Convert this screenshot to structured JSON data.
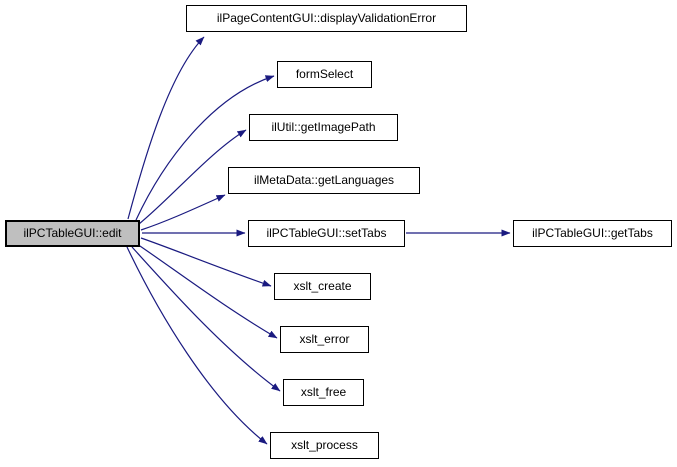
{
  "diagram": {
    "kind": "doxygen-call-graph",
    "colors": {
      "edge": "#1a1a80",
      "node_fill": "#ffffff",
      "root_node_fill": "#bfbfbf",
      "node_border": "#000000",
      "text": "#000000",
      "background": "#ffffff"
    },
    "nodes": [
      {
        "id": "edit",
        "label": "ilPCTableGUI::edit",
        "role": "root"
      },
      {
        "id": "displayValidationError",
        "label": "ilPageContentGUI::displayValidationError",
        "role": "callee"
      },
      {
        "id": "formSelect",
        "label": "formSelect",
        "role": "callee"
      },
      {
        "id": "getImagePath",
        "label": "ilUtil::getImagePath",
        "role": "callee"
      },
      {
        "id": "getLanguages",
        "label": "ilMetaData::getLanguages",
        "role": "callee"
      },
      {
        "id": "setTabs",
        "label": "ilPCTableGUI::setTabs",
        "role": "callee"
      },
      {
        "id": "getTabs",
        "label": "ilPCTableGUI::getTabs",
        "role": "callee"
      },
      {
        "id": "xslt_create",
        "label": "xslt_create",
        "role": "callee"
      },
      {
        "id": "xslt_error",
        "label": "xslt_error",
        "role": "callee"
      },
      {
        "id": "xslt_free",
        "label": "xslt_free",
        "role": "callee"
      },
      {
        "id": "xslt_process",
        "label": "xslt_process",
        "role": "callee"
      }
    ],
    "edges": [
      {
        "from": "ilPCTableGUI::edit",
        "to": "ilPageContentGUI::displayValidationError"
      },
      {
        "from": "ilPCTableGUI::edit",
        "to": "formSelect"
      },
      {
        "from": "ilPCTableGUI::edit",
        "to": "ilUtil::getImagePath"
      },
      {
        "from": "ilPCTableGUI::edit",
        "to": "ilMetaData::getLanguages"
      },
      {
        "from": "ilPCTableGUI::edit",
        "to": "ilPCTableGUI::setTabs"
      },
      {
        "from": "ilPCTableGUI::edit",
        "to": "xslt_create"
      },
      {
        "from": "ilPCTableGUI::edit",
        "to": "xslt_error"
      },
      {
        "from": "ilPCTableGUI::edit",
        "to": "xslt_free"
      },
      {
        "from": "ilPCTableGUI::edit",
        "to": "xslt_process"
      },
      {
        "from": "ilPCTableGUI::setTabs",
        "to": "ilPCTableGUI::getTabs"
      }
    ]
  }
}
